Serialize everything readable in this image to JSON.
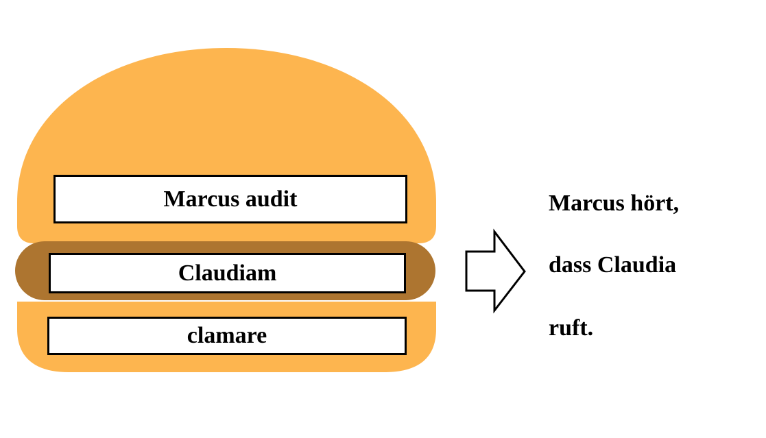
{
  "colors": {
    "bun": "#fdb54f",
    "patty": "#ad7530",
    "box_fill": "#ffffff",
    "stroke": "#000000"
  },
  "burger": {
    "top_bun_text": "Marcus audit",
    "patty_text": "Claudiam",
    "bottom_bun_text": "clamare"
  },
  "arrow": {
    "icon": "right-arrow-icon"
  },
  "translation": {
    "line1": "Marcus hört,",
    "line2": "dass Claudia",
    "line3": "ruft."
  }
}
